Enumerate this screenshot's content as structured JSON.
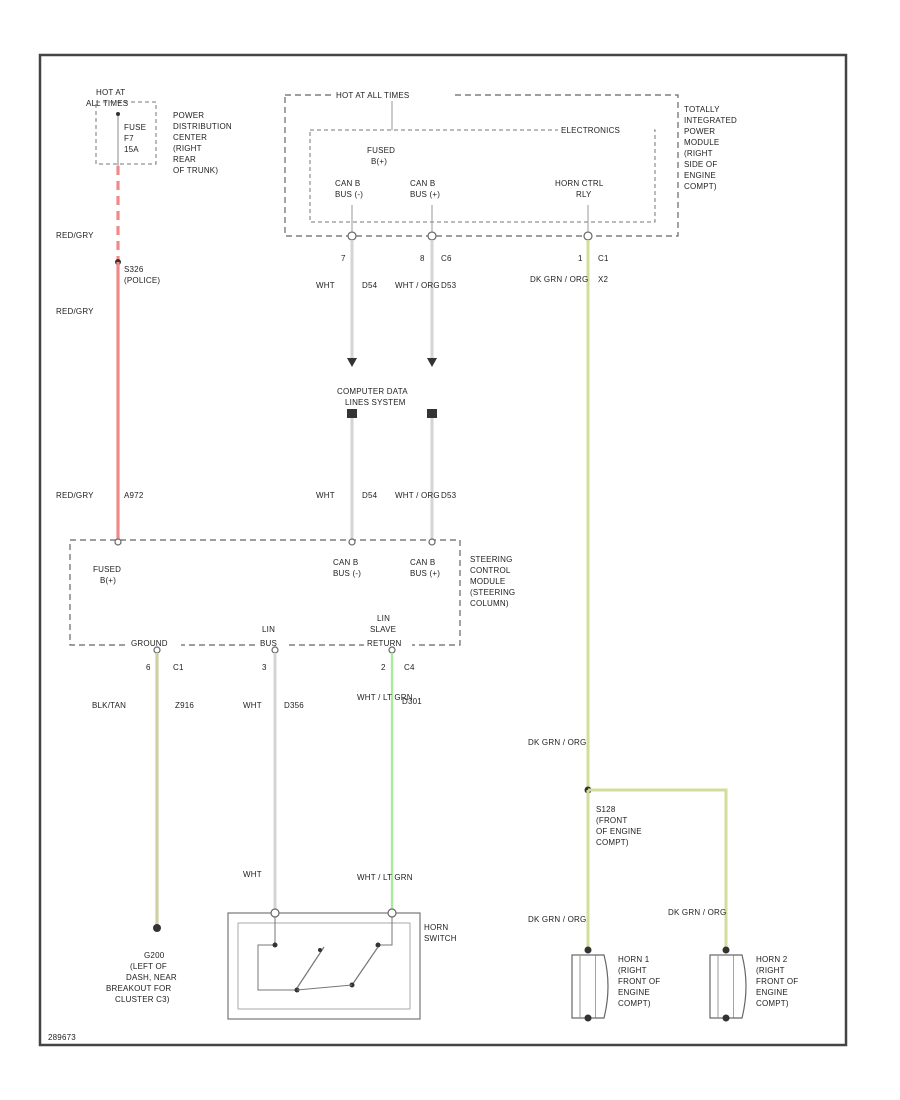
{
  "hot_at_all_times": [
    "HOT AT",
    "ALL TIMES"
  ],
  "fuse": [
    "FUSE",
    "F7",
    "15A"
  ],
  "pdc_label": [
    "POWER",
    "DISTRIBUTION",
    "CENTER",
    "(RIGHT",
    "REAR",
    "OF TRUNK)"
  ],
  "tipm": {
    "hot_label": "HOT AT ALL TIMES",
    "inner_label": "ELECTRONICS",
    "fused_b": [
      "FUSED",
      "B(+)"
    ],
    "can_c_minus": [
      "CAN B",
      "BUS (-)"
    ],
    "can_c_plus": [
      "CAN B",
      "BUS (+)"
    ],
    "horn_ctrl": [
      "HORN CTRL",
      "RLY"
    ],
    "side_label": [
      "TOTALLY",
      "INTEGRATED",
      "POWER",
      "MODULE",
      "(RIGHT",
      "SIDE OF",
      "ENGINE",
      "COMPT)"
    ],
    "pins": [
      {
        "pin": "7",
        "conn": "",
        "wire": "WHT",
        "circuit": "D54"
      },
      {
        "pin": "8",
        "conn": "C6",
        "wire": "WHT / ORG",
        "circuit": "D53"
      },
      {
        "pin": "1",
        "conn": "C1",
        "wire": "DK GRN / ORG",
        "circuit": "X2"
      }
    ]
  },
  "red_wire": {
    "top_label": "RED/GRY",
    "splice": [
      "S326",
      "(POLICE)"
    ],
    "mid_label": "RED/GRY",
    "bottom_label": "RED/GRY",
    "circuit": "A972"
  },
  "cds": [
    "COMPUTER DATA",
    "LINES SYSTEM"
  ],
  "cds_out": [
    {
      "wire": "WHT",
      "circuit": "D54"
    },
    {
      "wire": "WHT / ORG",
      "circuit": "D53"
    }
  ],
  "sccm": {
    "fused": [
      "FUSED",
      "B(+)"
    ],
    "can_minus": [
      "CAN B",
      "BUS (-)"
    ],
    "can_plus": [
      "CAN B",
      "BUS (+)"
    ],
    "ground": "GROUND",
    "lin": "LIN",
    "lin_sub": "BUS",
    "lin_slave": [
      "LIN",
      "SLAVE",
      "RETURN"
    ],
    "side_label": [
      "STEERING",
      "CONTROL",
      "MODULE",
      "(STEERING",
      "COLUMN)"
    ],
    "pins": [
      {
        "pin": "6",
        "conn": "C1",
        "wire": "BLK/TAN",
        "circuit": "Z916"
      },
      {
        "pin": "3",
        "conn": "",
        "wire": "WHT",
        "circuit": "D356"
      },
      {
        "pin": "2",
        "conn": "C4",
        "wire": "WHT / LT GRN",
        "circuit": "D301"
      }
    ]
  },
  "ground": [
    "G200",
    "(LEFT OF",
    "DASH, NEAR",
    "BREAKOUT FOR",
    "CLUSTER C3)"
  ],
  "switch": {
    "label": [
      "HORN",
      "SWITCH"
    ],
    "left_wire": "WHT",
    "right_wire": "WHT / LT GRN"
  },
  "horn_wire": {
    "label": "DK GRN / ORG",
    "splice": [
      "S128",
      "(FRONT",
      "OF ENGINE",
      "COMPT)"
    ]
  },
  "horn1": {
    "wire": "DK GRN / ORG",
    "label": [
      "HORN 1",
      "(RIGHT",
      "FRONT OF",
      "ENGINE",
      "COMPT)"
    ]
  },
  "horn2": {
    "wire": "DK GRN / ORG",
    "label": [
      "HORN 2",
      "(RIGHT",
      "FRONT OF",
      "ENGINE",
      "COMPT)"
    ]
  },
  "figure_id": "289673"
}
